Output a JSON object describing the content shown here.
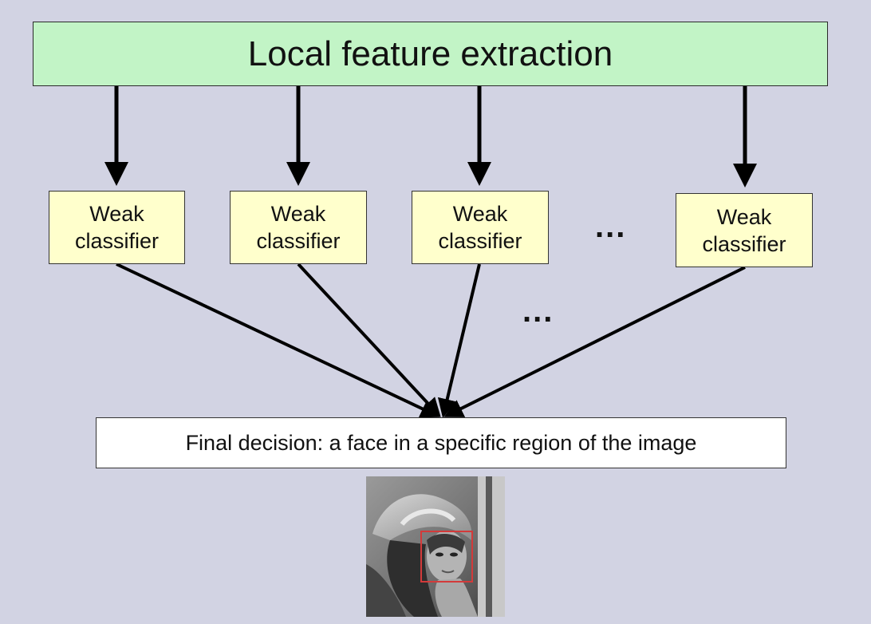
{
  "header": {
    "title": "Local feature extraction"
  },
  "classifiers": [
    {
      "label": "Weak\nclassifier"
    },
    {
      "label": "Weak\nclassifier"
    },
    {
      "label": "Weak\nclassifier"
    },
    {
      "label": "Weak\nclassifier"
    }
  ],
  "ellipsis": [
    "...",
    "..."
  ],
  "final": {
    "label": "Final decision: a face in a specific region of the image"
  },
  "colors": {
    "background": "#d2d3e3",
    "feature_box": "#c2f4c6",
    "classifier_box": "#ffffcc",
    "face_marker": "#d33a3a"
  }
}
